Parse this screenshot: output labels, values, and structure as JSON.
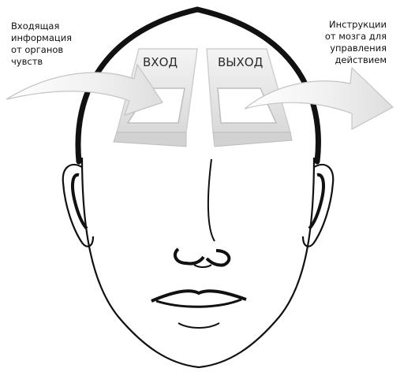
{
  "left_caption": "Входящая\nинформация\nот органов\nчувств",
  "right_caption": "Инструкции\nот мозга для\nуправления\nдействием",
  "input_label": "ВХОД",
  "output_label": "ВЫХОД"
}
